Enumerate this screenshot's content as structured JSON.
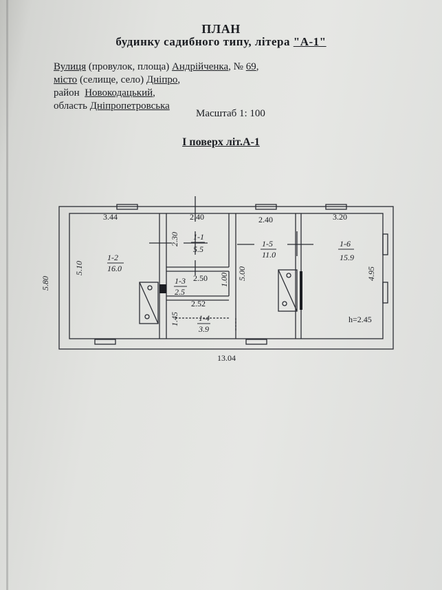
{
  "header": {
    "title": "ПЛАН",
    "subtitle_prefix": "будинку садибного типу, літера",
    "subtitle_letter": "\"А-1\""
  },
  "address": {
    "street_label": "Вулиця",
    "street_hint": "(провулок, площа)",
    "street_name": "Андрійченка",
    "number_label": "№",
    "number": "69",
    "city_label": "місто",
    "city_hint": "(селище, село)",
    "city_name": "Дніпро",
    "district_label": "район",
    "district_name": "Новокодацький",
    "region_label": "область",
    "region_name": "Дніпропетровська"
  },
  "scale_text": "Масштаб 1: 100",
  "floor_title": "I поверх літ.А-1",
  "plan": {
    "overall_width": "13.04",
    "overall_depth": "5.80",
    "rooms": [
      {
        "id": "1-2",
        "area": "16.0",
        "width": "3.44",
        "depth": "5.10"
      },
      {
        "id": "1-1",
        "area": "5.5",
        "width": "2.40",
        "depth": "2.30"
      },
      {
        "id": "1-3",
        "area": "2.5",
        "width": "2.50",
        "depth": "1.00"
      },
      {
        "id": "1-4",
        "area": "3.9",
        "width": "2.52",
        "depth": "1.45"
      },
      {
        "id": "1-5",
        "area": "11.0",
        "width": "2.40",
        "depth": "5.00"
      },
      {
        "id": "1-6",
        "area": "15.9",
        "width": "3.20",
        "depth": "4.95"
      }
    ],
    "height_label": "h=2.45"
  }
}
